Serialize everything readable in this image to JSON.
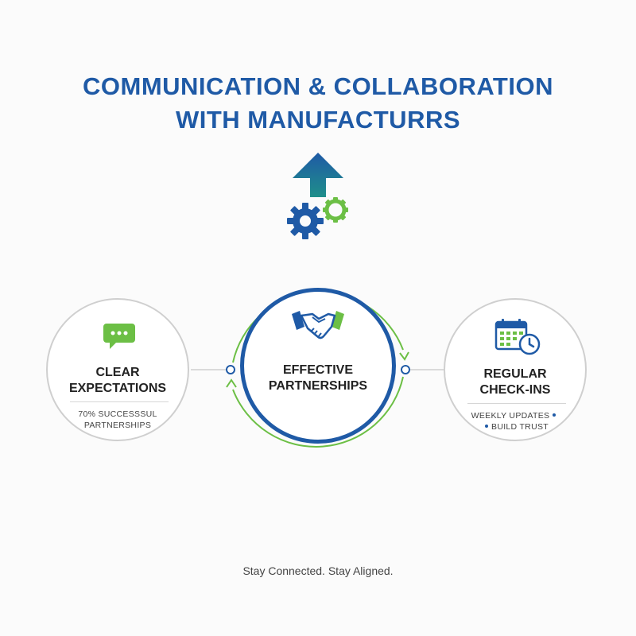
{
  "title": {
    "line1": "COMMUNICATION & COLLABORATION",
    "line2": "WITH MANUFACTURRS"
  },
  "icons": {
    "hero": [
      "arrow-up-icon",
      "gear-icon"
    ],
    "left": "chat-bubble-icon",
    "center": "handshake-icon",
    "right": "calendar-clock-icon"
  },
  "colors": {
    "primary_blue": "#1f5aa6",
    "accent_green": "#6cbf45",
    "teal": "#1f8f8a",
    "circle_border": "#cfcfcf"
  },
  "nodes": {
    "left": {
      "title_line1": "CLEAR",
      "title_line2": "EXPECTATIONS",
      "sub_line1": "70% SUCCESSSUL",
      "sub_line2": "PARTNERSHIPS"
    },
    "center": {
      "title_line1": "EFFECTIVE",
      "title_line2": "PARTNERSHIPS"
    },
    "right": {
      "title_line1": "REGULAR",
      "title_line2": "CHECK-INS",
      "sub_line1": "WEEKLY UPDATES",
      "sub_line2": "BUILD TRUST"
    }
  },
  "tagline": "Stay Connected. Stay Aligned."
}
